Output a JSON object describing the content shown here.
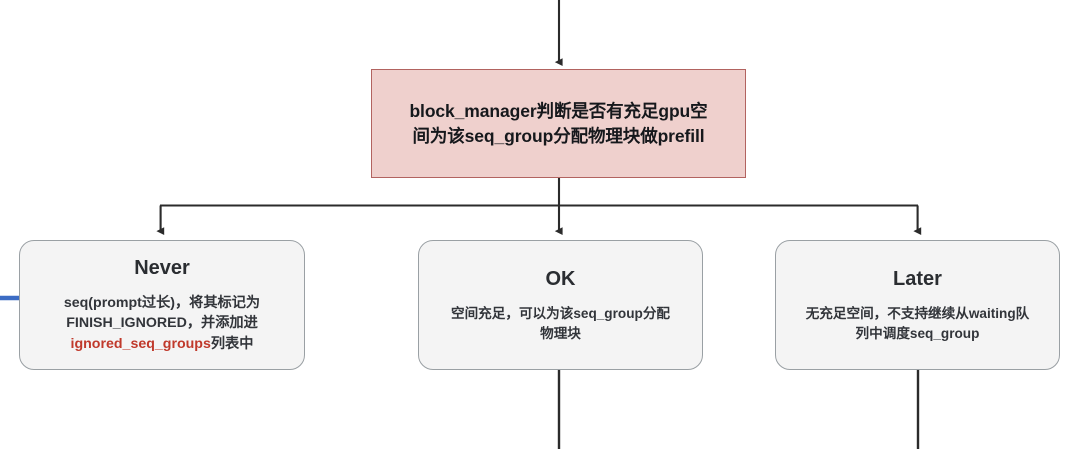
{
  "diagram": {
    "type": "flowchart",
    "title": "block_manager prefill allocation branch",
    "colors": {
      "decision_fill": "#efd0cd",
      "decision_border": "#b26360",
      "outcome_fill": "#f4f4f4",
      "outcome_border": "#9aa0a4",
      "edge": "#2b2b2b",
      "incoming_edge": "#3c6cc4",
      "accent_text": "#c0392b",
      "text": "#16181c",
      "background": "#ffffff"
    },
    "nodes": {
      "decision": {
        "id": "block-manager-check",
        "shape": "rectangle",
        "text": "block_manager判断是否有充足gpu空间为该seq_group分配物理块做prefill",
        "line1": "block_manager判断是否有充足gpu空",
        "line2": "间为该seq_group分配物理块做prefill"
      },
      "never": {
        "id": "never",
        "shape": "rounded-rectangle",
        "title": "Never",
        "desc_line1": "seq(prompt过长)，将其标记为",
        "desc_line2": "FINISH_IGNORED，并添加进",
        "desc_line3_accent": "ignored_seq_groups",
        "desc_line3_tail": "列表中"
      },
      "ok": {
        "id": "ok",
        "shape": "rounded-rectangle",
        "title": "OK",
        "desc_line1": "空间充足，可以为该seq_group分配",
        "desc_line2": "物理块"
      },
      "later": {
        "id": "later",
        "shape": "rounded-rectangle",
        "title": "Later",
        "desc_line1": "无充足空间，不支持继续从waiting队",
        "desc_line2": "列中调度seq_group"
      }
    },
    "edges": [
      {
        "id": "edge-in-top",
        "from": "(offscreen above)",
        "to": "block-manager-check",
        "style": "arrow-down",
        "color": "#2b2b2b"
      },
      {
        "id": "edge-split-never",
        "from": "block-manager-check",
        "to": "never",
        "style": "elbow-arrow-down",
        "color": "#2b2b2b"
      },
      {
        "id": "edge-split-ok",
        "from": "block-manager-check",
        "to": "ok",
        "style": "arrow-down",
        "color": "#2b2b2b"
      },
      {
        "id": "edge-split-later",
        "from": "block-manager-check",
        "to": "later",
        "style": "elbow-arrow-down",
        "color": "#2b2b2b"
      },
      {
        "id": "edge-out-ok",
        "from": "ok",
        "to": "(offscreen below)",
        "style": "line-down",
        "color": "#2b2b2b"
      },
      {
        "id": "edge-out-later",
        "from": "later",
        "to": "(offscreen below)",
        "style": "line-down",
        "color": "#2b2b2b"
      },
      {
        "id": "edge-in-never-left",
        "from": "(offscreen left)",
        "to": "never",
        "style": "line-right",
        "color": "#3c6cc4"
      }
    ]
  }
}
